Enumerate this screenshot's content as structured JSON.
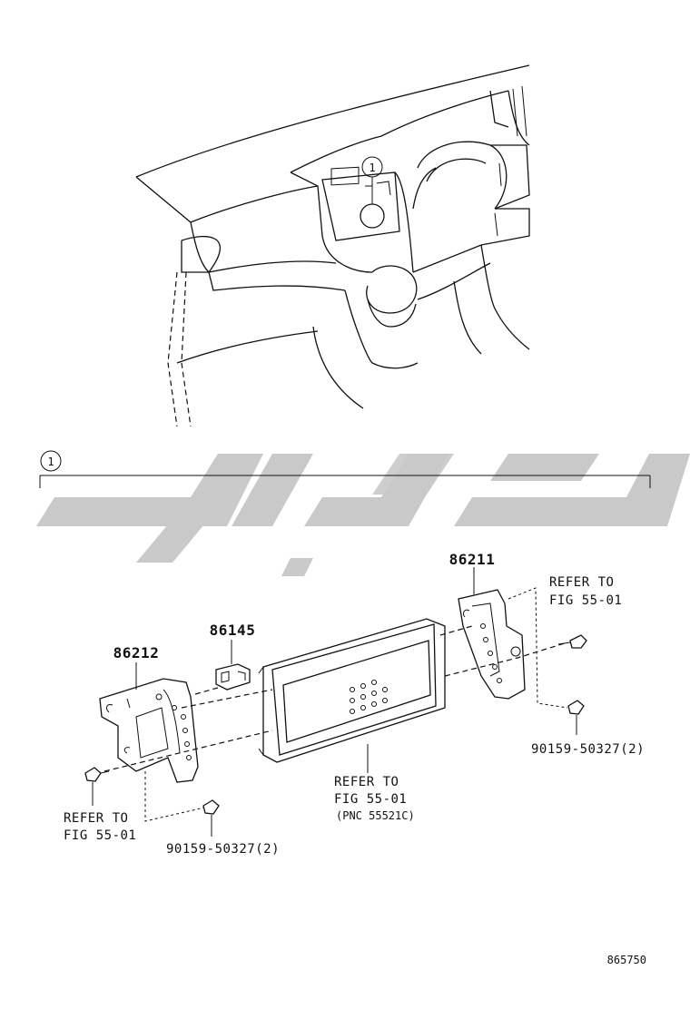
{
  "callout_top": "1",
  "callout_section": "1",
  "parts": {
    "p86211": "86211",
    "p86212": "86212",
    "p86145": "86145"
  },
  "bolt_left": "90159-50327(2)",
  "bolt_right": "90159-50327(2)",
  "refer_right": [
    "REFER TO",
    "FIG 55-01"
  ],
  "refer_left": [
    "REFER TO",
    "FIG 55-01"
  ],
  "refer_center": [
    "REFER TO",
    "FIG 55-01",
    "(PNC 55521C)"
  ],
  "illustration_id": "865750"
}
